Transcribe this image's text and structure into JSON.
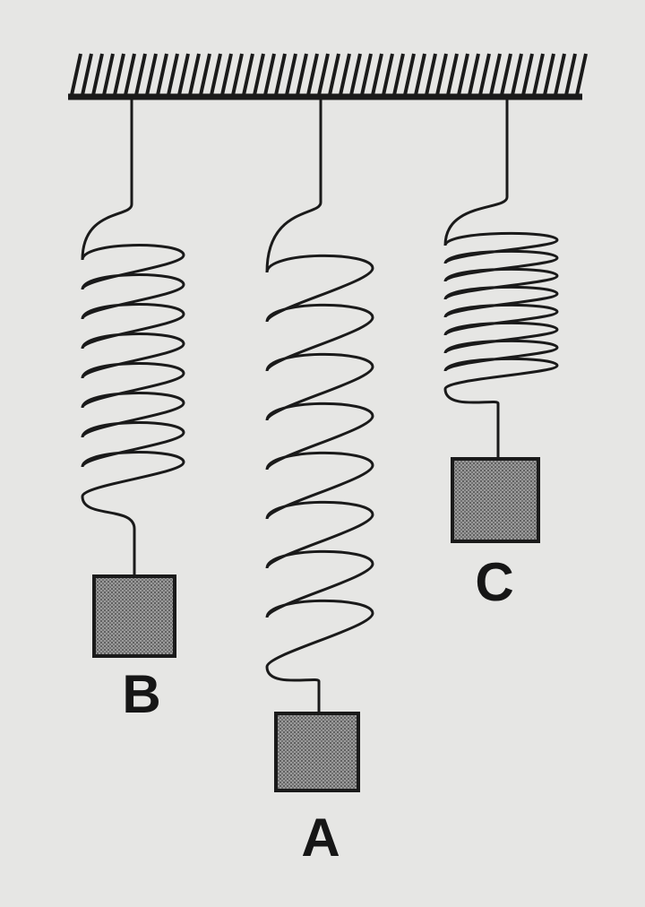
{
  "diagram": {
    "ceiling": {
      "icon": "hatched-ceiling-support"
    },
    "springs": [
      {
        "id": "spring-b",
        "label": "B",
        "coil_turns": 8,
        "icon": "helical-spring"
      },
      {
        "id": "spring-a",
        "label": "A",
        "coil_turns": 8,
        "icon": "helical-spring"
      },
      {
        "id": "spring-c",
        "label": "C",
        "coil_turns": 8,
        "icon": "helical-spring"
      }
    ],
    "mass_fill_color": "#8c8c8c",
    "line_color": "#1a1a1a",
    "background_color": "#e6e6e4"
  }
}
